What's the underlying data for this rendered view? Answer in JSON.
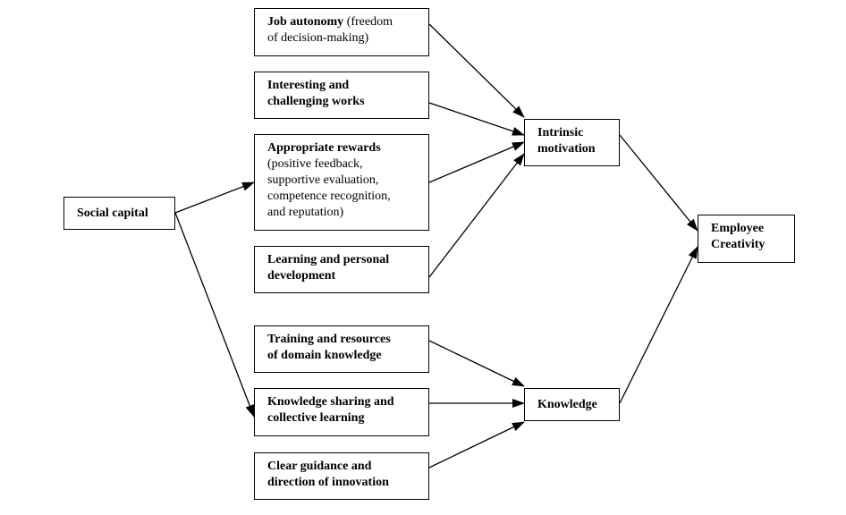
{
  "diagram": {
    "nodes": {
      "social_capital": {
        "label": "Social capital"
      },
      "job_autonomy": {
        "label_bold": "Job autonomy",
        "label_normal_1": " (freedom",
        "label_normal_2": "of decision-making)"
      },
      "interesting": {
        "line1": "Interesting and",
        "line2": "challenging works"
      },
      "rewards": {
        "title": "Appropriate rewards",
        "line1": "(positive feedback,",
        "line2": "supportive evaluation,",
        "line3": "competence recognition,",
        "line4": "and reputation)"
      },
      "learning": {
        "line1": "Learning and personal",
        "line2": "development"
      },
      "training": {
        "line1": "Training and resources",
        "line2": "of domain knowledge"
      },
      "sharing": {
        "line1": "Knowledge sharing and",
        "line2": "collective learning"
      },
      "guidance": {
        "line1": "Clear guidance and",
        "line2": "direction of innovation"
      },
      "intrinsic": {
        "line1": "Intrinsic",
        "line2": "motivation"
      },
      "knowledge": {
        "label": "Knowledge"
      },
      "creativity": {
        "line1": "Employee",
        "line2": "Creativity"
      }
    },
    "edges": [
      {
        "from": "social_capital",
        "to": "rewards"
      },
      {
        "from": "social_capital",
        "to": "sharing"
      },
      {
        "from": "job_autonomy",
        "to": "intrinsic"
      },
      {
        "from": "interesting",
        "to": "intrinsic"
      },
      {
        "from": "rewards",
        "to": "intrinsic"
      },
      {
        "from": "learning",
        "to": "intrinsic"
      },
      {
        "from": "training",
        "to": "knowledge"
      },
      {
        "from": "sharing",
        "to": "knowledge"
      },
      {
        "from": "guidance",
        "to": "knowledge"
      },
      {
        "from": "intrinsic",
        "to": "creativity"
      },
      {
        "from": "knowledge",
        "to": "creativity"
      }
    ]
  }
}
